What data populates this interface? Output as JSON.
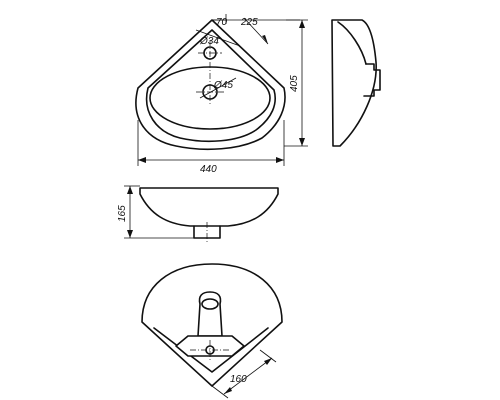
{
  "colors": {
    "line": "#111111",
    "background": "#ffffff"
  },
  "dimensions": {
    "top_view": {
      "offset_70": "70",
      "offset_225": "225",
      "tap_hole": "Ø34",
      "drain_hole": "Ø45",
      "height_405": "405",
      "width_440": "440"
    },
    "front_view": {
      "height_165": "165"
    },
    "bottom_view": {
      "depth_160": "160"
    }
  }
}
